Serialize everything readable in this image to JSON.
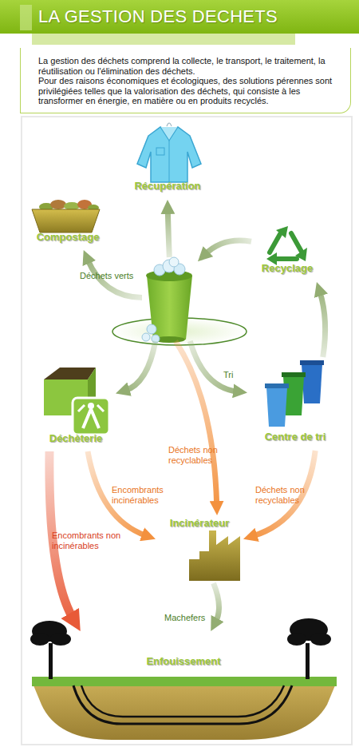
{
  "diagram": {
    "title": "LA GESTION DES DECHETS",
    "nodes": [
      {
        "text": [
          "La gestion des déchets comprend la collecte, le transport, le traitement, la réutilisation ou l'élimination des déchets.",
          "Pour des raisons économiques et écologiques, des solutions pérennes sont privilégiées telles que la valorisation des déchets, qui consiste à les transformer en énergie, en matière ou en produits recyclés."
        ]
      },
      {
        "text": [
          "Récupération"
        ]
      },
      {
        "text": [
          "Compostage"
        ]
      },
      {
        "text": [
          "Recyclage"
        ]
      },
      {
        "text": []
      },
      {
        "text": [
          "Déchèterie"
        ]
      },
      {
        "text": [
          "Centre de tri"
        ]
      },
      {
        "text": [
          "Incinérateur"
        ]
      },
      {
        "text": [
          "Enfouissement"
        ]
      }
    ],
    "edges": [
      {
        "from": 4,
        "to": 1,
        "arrow": "to"
      },
      {
        "from": 4,
        "to": 2,
        "label": "Déchets verts",
        "arrow": "to"
      },
      {
        "from": 3,
        "to": 4,
        "arrow": "to"
      },
      {
        "from": 6,
        "to": 3,
        "arrow": "to"
      },
      {
        "from": 4,
        "to": 6,
        "label": "Tri",
        "arrow": "to"
      },
      {
        "from": 4,
        "to": 5,
        "arrow": "to"
      },
      {
        "from": 4,
        "to": 7,
        "label": "Déchets non recyclables",
        "arrow": "to"
      },
      {
        "from": 5,
        "to": 7,
        "label": "Encombrants incinérables",
        "arrow": "to"
      },
      {
        "from": 6,
        "to": 7,
        "label": "Déchets non recyclables",
        "arrow": "to"
      },
      {
        "from": 5,
        "to": 8,
        "label": "Encombrants non incinérables",
        "arrow": "to"
      },
      {
        "from": 7,
        "to": 8,
        "label": "Machefers",
        "arrow": "to"
      }
    ]
  }
}
